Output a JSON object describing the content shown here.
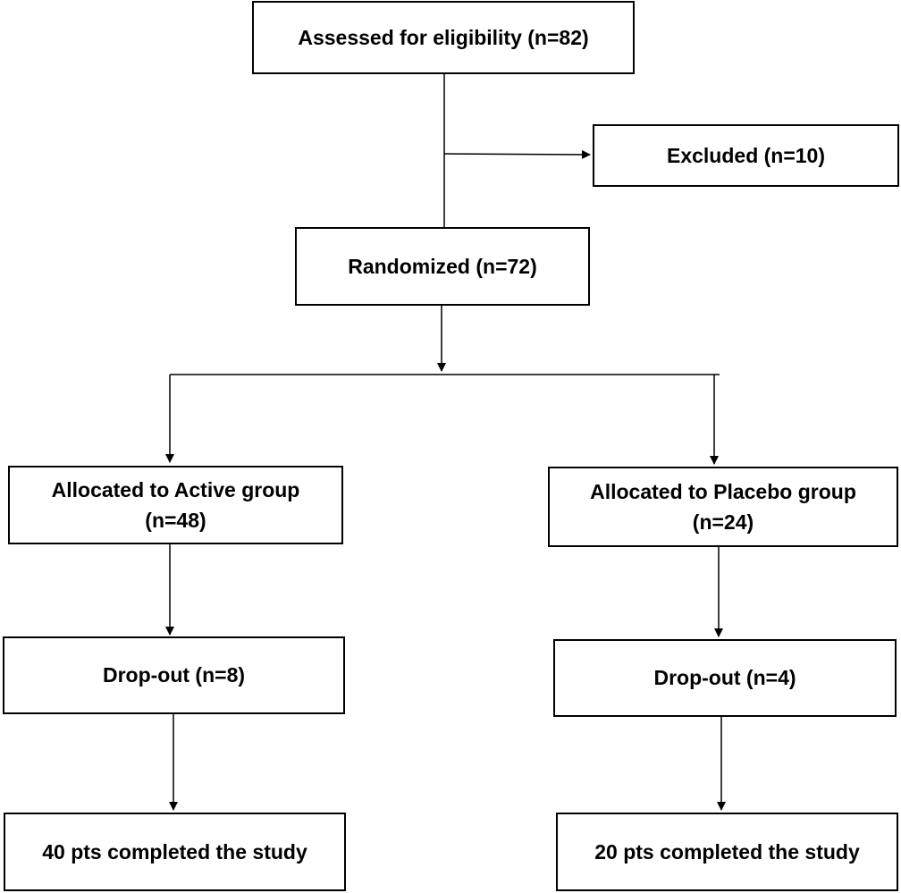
{
  "boxes": {
    "assessed": {
      "line1": "Assessed for eligibility (n=82)"
    },
    "excluded": {
      "line1": "Excluded (n=10)"
    },
    "randomized": {
      "line1": "Randomized (n=72)"
    },
    "active": {
      "line1": "Allocated to Active group",
      "line2": "(n=48)"
    },
    "placebo": {
      "line1": "Allocated to Placebo group",
      "line2": "(n=24)"
    },
    "active_dropout": {
      "line1": "Drop-out (n=8)"
    },
    "placebo_dropout": {
      "line1": "Drop-out (n=4)"
    },
    "active_completed": {
      "line1": "40 pts completed the study"
    },
    "placebo_completed": {
      "line1": "20 pts completed the study"
    }
  }
}
